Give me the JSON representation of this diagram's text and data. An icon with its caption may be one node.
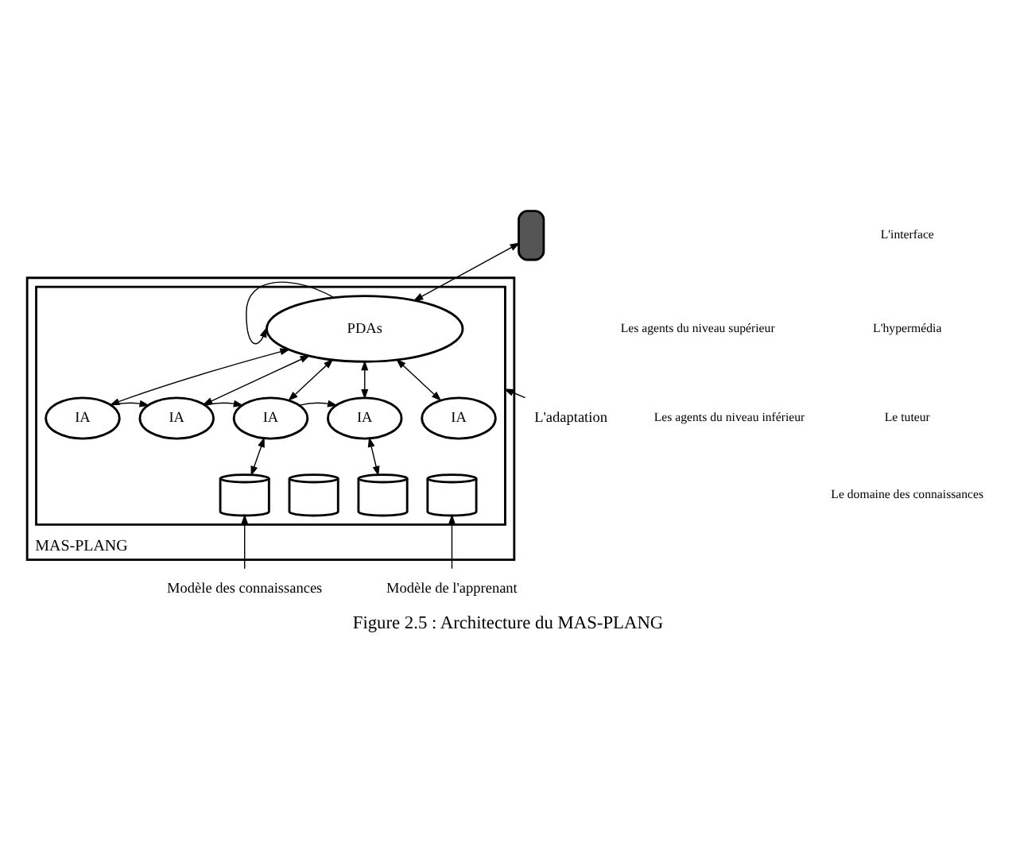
{
  "diagram": {
    "caption": "**Figure 2.5** : Architecture du MAS-PLANG",
    "nodes": [
      {
        "text": [],
        "shape": "person"
      },
      {
        "text": [
          "MAS-PLANG"
        ]
      },
      {
        "text": [],
        "shape": "box",
        "in": 1
      },
      {
        "text": [
          "PDAs"
        ],
        "in": 2
      },
      {
        "text": [
          "IA"
        ],
        "in": 2
      },
      {
        "text": [
          "IA"
        ],
        "in": 2
      },
      {
        "text": [
          "IA"
        ],
        "in": 2
      },
      {
        "text": [
          "IA"
        ],
        "in": 2
      },
      {
        "text": [
          "IA"
        ],
        "in": 2
      },
      {
        "text": [],
        "shape": "cylinder",
        "in": 2
      },
      {
        "text": [],
        "shape": "cylinder",
        "in": 2
      },
      {
        "text": [],
        "shape": "cylinder",
        "in": 2
      },
      {
        "text": [],
        "shape": "cylinder",
        "in": 2
      },
      {
        "text": [
          "Modèle des connaissances"
        ]
      },
      {
        "text": [
          "Modèle de l'apprenant"
        ]
      },
      {
        "text": [
          "L'adaptation"
        ]
      }
    ],
    "edges": [
      {
        "from": 0,
        "to": 3,
        "arrow": "both"
      },
      {
        "from": 3,
        "to": 3,
        "arrow": "to"
      },
      {
        "from": 3,
        "to": 4,
        "arrow": "both"
      },
      {
        "from": 3,
        "to": 5,
        "arrow": "both"
      },
      {
        "from": 3,
        "to": 6,
        "arrow": "both"
      },
      {
        "from": 3,
        "to": 7,
        "arrow": "both"
      },
      {
        "from": 3,
        "to": 8,
        "arrow": "both"
      },
      {
        "from": 4,
        "to": 5,
        "arrow": "to"
      },
      {
        "from": 5,
        "to": 6,
        "arrow": "to"
      },
      {
        "from": 6,
        "to": 7,
        "arrow": "to"
      },
      {
        "from": 6,
        "to": 9,
        "arrow": "both"
      },
      {
        "from": 7,
        "to": 11,
        "arrow": "both"
      },
      {
        "from": 13,
        "to": 9,
        "arrow": "to"
      },
      {
        "from": 14,
        "to": 12,
        "arrow": "to"
      },
      {
        "from": 15,
        "to": 2,
        "arrow": "to"
      }
    ],
    "labels": [
      "L'interface",
      "Les agents du niveau supérieur",
      "L'hypermédia",
      "Les agents du niveau inférieur",
      "Le tuteur",
      "Le domaine des connaissances"
    ]
  }
}
